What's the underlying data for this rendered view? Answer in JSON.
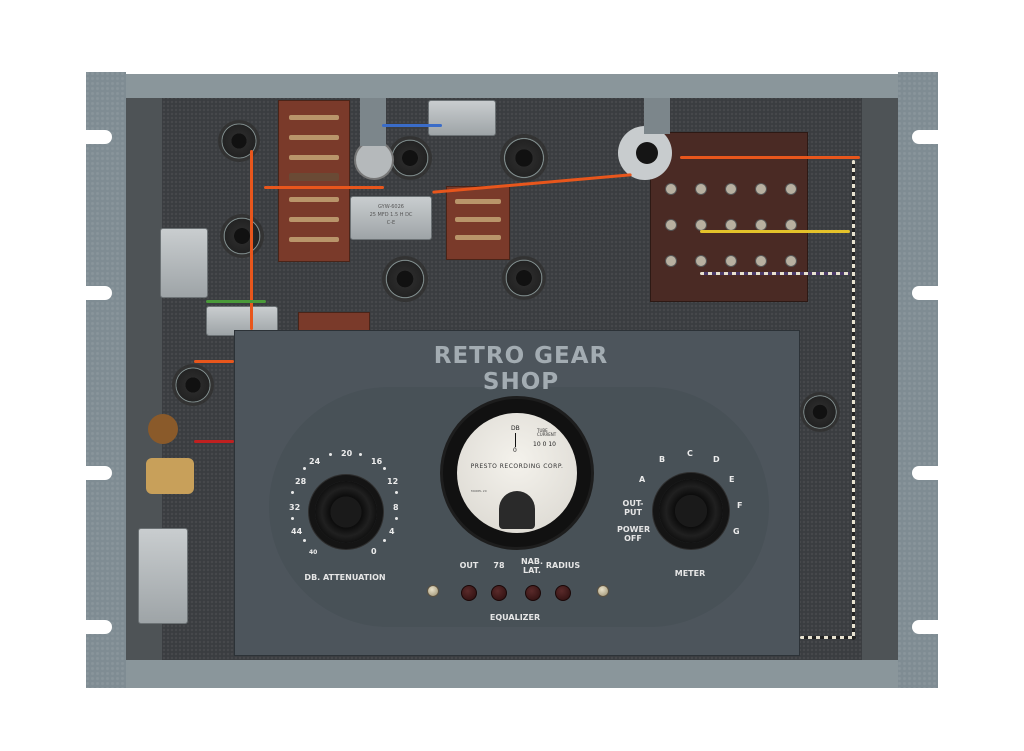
{
  "panel": {
    "watermark": "RETRO GEAR SHOP",
    "meter": {
      "scale_label": "DB",
      "zero_mark": "0",
      "tube_current_label": "TUBE CURRENT",
      "tube_current_ticks": [
        "10",
        "0",
        "10"
      ],
      "maker": "PRESTO RECORDING CORP.",
      "model_text": "MODEL 20"
    },
    "attenuator": {
      "label": "DB. ATTENUATION",
      "ticks": [
        "0",
        "4",
        "8",
        "12",
        "16",
        "20",
        "24",
        "28",
        "32",
        "44",
        "40"
      ]
    },
    "meter_selector": {
      "label": "METER",
      "positions": [
        "A",
        "B",
        "C",
        "D",
        "E",
        "F",
        "G"
      ],
      "side_labels": [
        "OUT-PUT",
        "POWER OFF"
      ]
    },
    "equalizer": {
      "label": "EQUALIZER",
      "buttons": [
        {
          "label": "OUT"
        },
        {
          "label": "78"
        },
        {
          "label": "NAB. LAT."
        },
        {
          "label": "RADIUS"
        }
      ]
    }
  },
  "components": {
    "transformer_can_text": [
      "GYW-6026",
      "25 MFD 1.5 H DC",
      "C-E"
    ]
  },
  "colors": {
    "rack_ear": "#7f8c93",
    "chassis": "#3a3d40",
    "front_panel": "#4d555c",
    "terminal_board": "#7a3a2a",
    "wire_orange": "#e8561c",
    "knob_black": "#111111"
  }
}
